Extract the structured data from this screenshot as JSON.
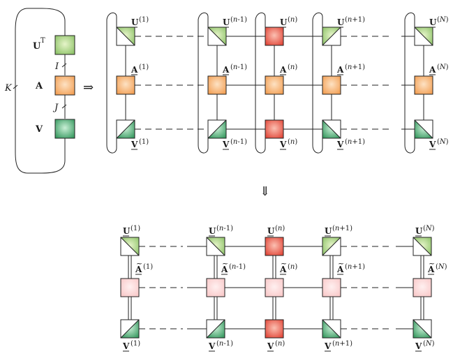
{
  "colors": {
    "green": "#8fc46a",
    "green_light": "#e6f4c9",
    "dgreen": "#3a9b62",
    "dgreen_light": "#c9efd6",
    "orange": "#f3a055",
    "orange_light": "#fde2c4",
    "red": "#e2483a",
    "red_light": "#fbc0b2",
    "pink": "#f9c9c9",
    "pink_light": "#fff0f0",
    "line": "#222222"
  },
  "left_network": {
    "u_label": "U",
    "u_sup": "T",
    "a_label": "A",
    "v_label": "V",
    "i_label": "I",
    "j_label": "J",
    "k_label": "K"
  },
  "arrows": {
    "right": "⇒",
    "down": "⇓"
  },
  "top_network": {
    "columns": [
      {
        "index": "(1)",
        "u_style": "tri-green",
        "a_style": "orange",
        "v_style": "tri-dgreen"
      },
      {
        "index": "(n-1)",
        "u_style": "tri-green",
        "a_style": "orange",
        "v_style": "tri-dgreen"
      },
      {
        "index": "(n)",
        "u_style": "red",
        "a_style": "orange",
        "v_style": "red"
      },
      {
        "index": "(n+1)",
        "u_style": "tri-green-rev",
        "a_style": "orange",
        "v_style": "tri-dgreen-rev"
      },
      {
        "index": "(N)",
        "u_style": "tri-green",
        "a_style": "orange",
        "v_style": "tri-dgreen-rev"
      }
    ],
    "u_letter": "U",
    "a_letter": "A",
    "v_letter": "V"
  },
  "bottom_network": {
    "columns": [
      {
        "index": "(1)",
        "u_style": "tri-green",
        "a_style": "pink",
        "v_style": "tri-dgreen"
      },
      {
        "index": "(n-1)",
        "u_style": "tri-green",
        "a_style": "pink",
        "v_style": "tri-dgreen"
      },
      {
        "index": "(n)",
        "u_style": "red",
        "a_style": "pink",
        "v_style": "red"
      },
      {
        "index": "(n+1)",
        "u_style": "tri-green-rev",
        "a_style": "pink",
        "v_style": "tri-dgreen-rev"
      },
      {
        "index": "(N)",
        "u_style": "tri-green",
        "a_style": "pink",
        "v_style": "tri-dgreen-rev"
      }
    ],
    "u_letter": "U",
    "a_letter": "A",
    "a_accent": "~",
    "v_letter": "V"
  }
}
